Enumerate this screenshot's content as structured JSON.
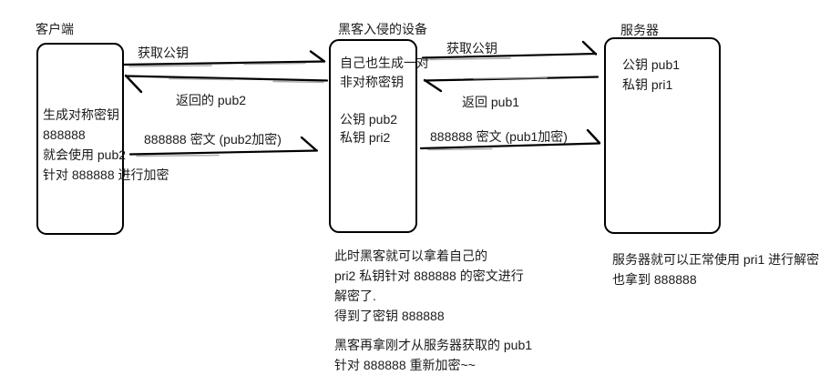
{
  "canvas": {
    "bg_color": "#ffffff",
    "ink_color": "#1b1b1b",
    "stroke_color": "#000000",
    "sketch_gray": "#969696"
  },
  "nodes": {
    "client": {
      "title": "客户端",
      "lines": [
        "生成对称密钥",
        "888888",
        "就会使用 pub2",
        "针对 888888 进行加密"
      ]
    },
    "hacker": {
      "title": "黑客入侵的设备",
      "lines": [
        "自己也生成一对",
        "非对称密钥",
        "",
        "公钥 pub2",
        "私钥 pri2"
      ]
    },
    "server": {
      "title": "服务器",
      "lines": [
        "公钥 pub1",
        "私钥 pri1"
      ]
    }
  },
  "arrows": {
    "c2h_get": {
      "label": "获取公钥",
      "direction": "right"
    },
    "h2c_return": {
      "label": "返回的 pub2",
      "direction": "left"
    },
    "c2h_cipher": {
      "label": "888888 密文  (pub2加密)",
      "direction": "right"
    },
    "h2s_get": {
      "label": "获取公钥",
      "direction": "right"
    },
    "s2h_return": {
      "label": "返回 pub1",
      "direction": "left"
    },
    "h2s_cipher": {
      "label": "888888 密文 (pub1加密)",
      "direction": "right"
    }
  },
  "notes": {
    "hacker": {
      "para1": [
        "此时黑客就可以拿着自己的",
        "pri2 私钥针对 888888 的密文进行",
        "解密了.",
        "得到了密钥 888888"
      ],
      "para2": [
        "黑客再拿刚才从服务器获取的 pub1",
        "针对 888888 重新加密~~"
      ]
    },
    "server": {
      "lines": [
        "服务器就可以正常使用 pri1 进行解密",
        "也拿到 888888"
      ]
    }
  }
}
